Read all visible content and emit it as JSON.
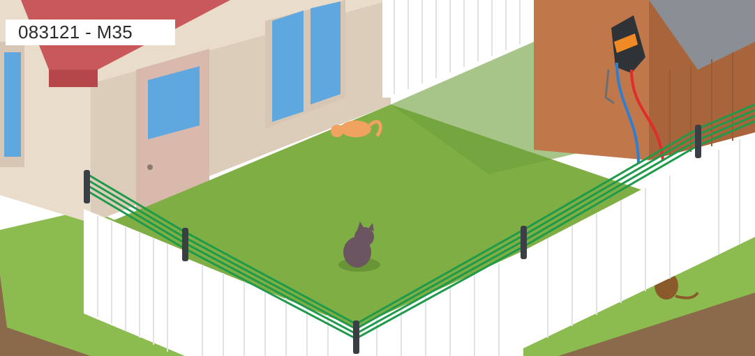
{
  "label": {
    "text": "083121 - M35"
  },
  "illustration": {
    "subjects": [
      "house",
      "shed",
      "lawn",
      "white-picket-fence",
      "green-electric-fence-wires",
      "fence-energizer",
      "orange-cat",
      "gray-cat",
      "brown-cat"
    ]
  },
  "colors": {
    "roof": "#c9585a",
    "house_wall": "#e9dccb",
    "lawn": "#7fae44",
    "lawn_light": "#8cbc4f",
    "fence": "#ffffff",
    "wire": "#1f9a4a",
    "shed": "#c0784a",
    "shed_roof": "#8a8f96",
    "energizer": "#2f3236",
    "energizer_accent": "#f08a24",
    "hot_lead": "#e22b2b",
    "ground_lead": "#2f7fd1",
    "soil": "#8a6a4a"
  }
}
